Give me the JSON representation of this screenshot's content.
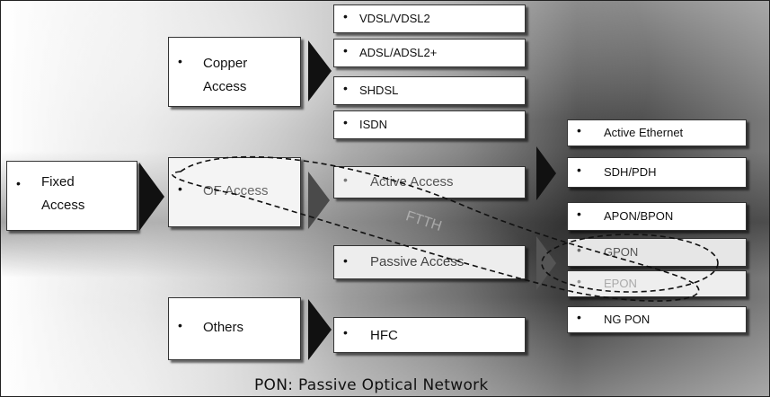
{
  "root": {
    "label_line1": "Fixed",
    "label_line2": "Access"
  },
  "branches": {
    "copper": {
      "line1": "Copper",
      "line2": "Access"
    },
    "of": {
      "label": "OF Access"
    },
    "others": {
      "label": "Others"
    }
  },
  "copper_items": [
    "VDSL/VDSL2",
    "ADSL/ADSL2+",
    "SHDSL",
    "ISDN"
  ],
  "of_items": [
    "Active Access",
    "Passive Access"
  ],
  "others_items": [
    "HFC"
  ],
  "active_items": [
    "Active Ethernet",
    "SDH/PDH"
  ],
  "passive_items": [
    "APON/BPON",
    "GPON",
    "EPON",
    "NG PON"
  ],
  "faint_label": "FTTH",
  "bullet_char": "•",
  "caption": "PON: Passive Optical Network"
}
